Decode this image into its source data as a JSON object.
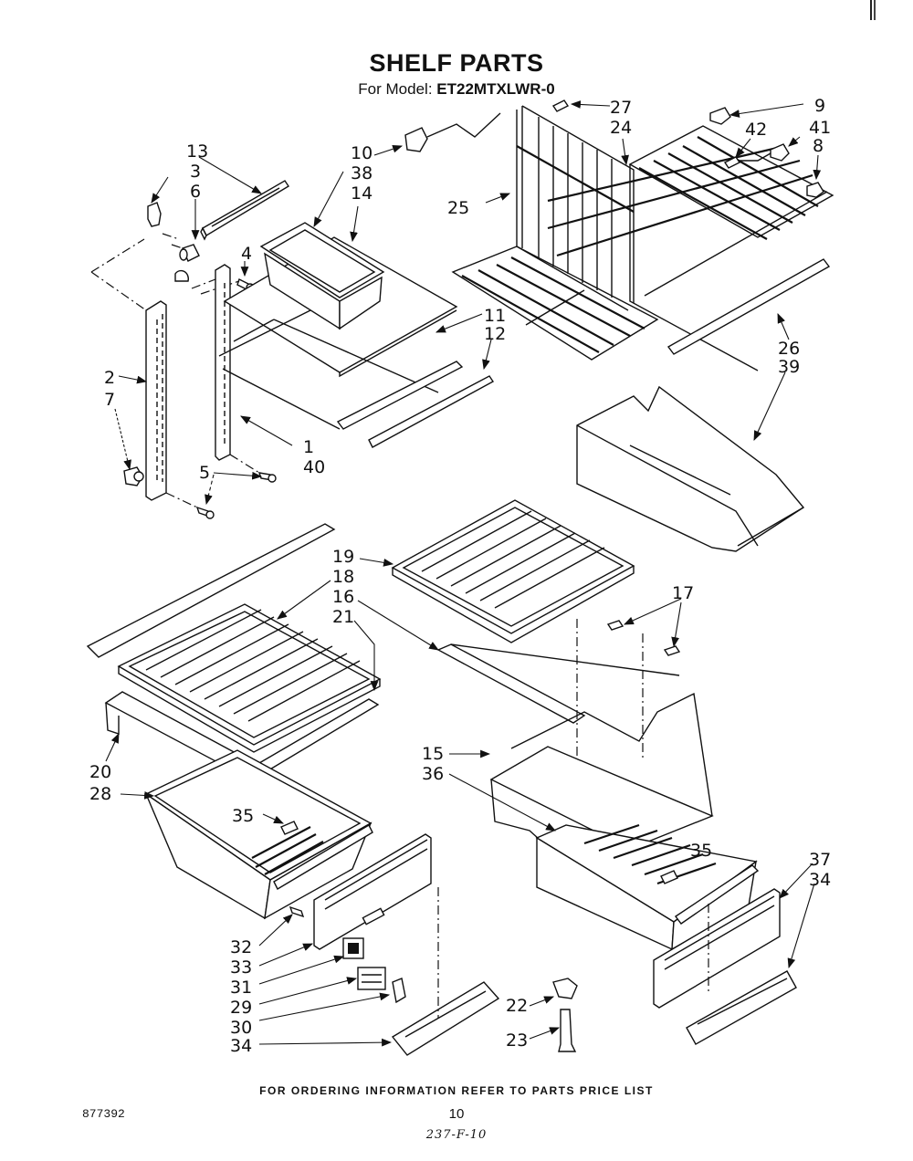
{
  "header": {
    "title": "SHELF PARTS",
    "model_label": "For Model:",
    "model_number": "ET22MTXLWR-0"
  },
  "footer": {
    "ordering_note": "FOR ORDERING INFORMATION REFER TO PARTS PRICE LIST",
    "page_number": "10",
    "document_ref": "237-F-10",
    "catalog_number": "877392"
  },
  "callouts": {
    "c1": "1",
    "c2": "2",
    "c3": "3",
    "c4": "4",
    "c5": "5",
    "c6": "6",
    "c7": "7",
    "c8": "8",
    "c9": "9",
    "c10": "10",
    "c11": "11",
    "c12": "12",
    "c13": "13",
    "c14": "14",
    "c15": "15",
    "c16": "16",
    "c17": "17",
    "c18": "18",
    "c19": "19",
    "c20": "20",
    "c21": "21",
    "c22": "22",
    "c23": "23",
    "c24": "24",
    "c25": "25",
    "c26": "26",
    "c27": "27",
    "c28": "28",
    "c29": "29",
    "c30": "30",
    "c31": "31",
    "c32": "32",
    "c33": "33",
    "c34a": "34",
    "c34b": "34",
    "c35a": "35",
    "c35b": "35",
    "c36": "36",
    "c37": "37",
    "c38": "38",
    "c39": "39",
    "c40": "40",
    "c41": "41",
    "c42": "42"
  }
}
